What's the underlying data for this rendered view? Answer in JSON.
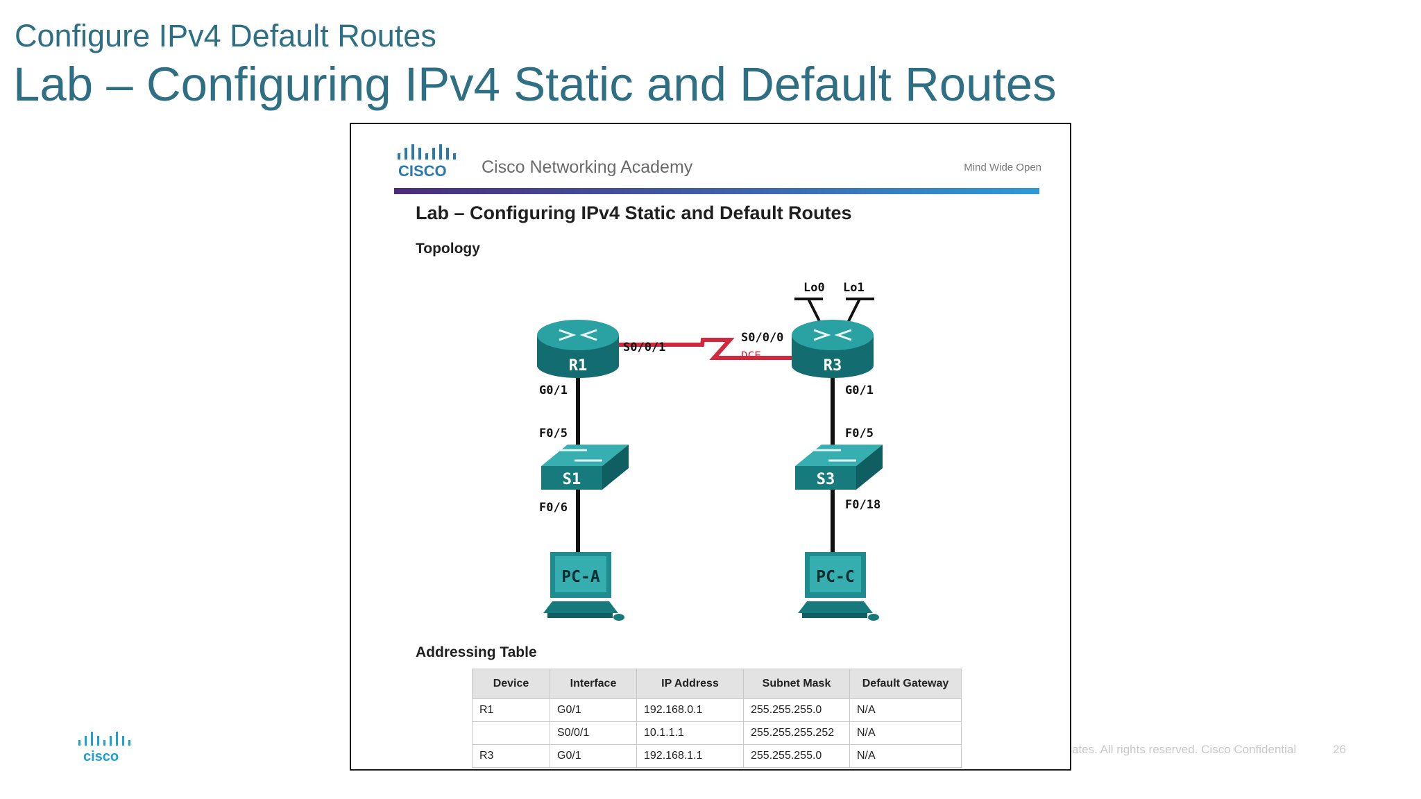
{
  "slide": {
    "subtitle": "Configure IPv4 Default Routes",
    "title": "Lab – Configuring IPv4 Static and Default Routes",
    "footer_text": "ates. All rights reserved.   Cisco Confidential",
    "page_number": "26",
    "footer_logo_text": "cisco"
  },
  "document": {
    "logo_text": "CISCO",
    "academy": "Cisco Networking Academy",
    "tagline": "Mind Wide Open",
    "title": "Lab – Configuring IPv4 Static and Default Routes",
    "section_topology": "Topology",
    "section_addressing": "Addressing Table"
  },
  "topology": {
    "routers": [
      {
        "name": "R1"
      },
      {
        "name": "R3"
      }
    ],
    "switches": [
      {
        "name": "S1"
      },
      {
        "name": "S3"
      }
    ],
    "pcs": [
      {
        "name": "PC-A"
      },
      {
        "name": "PC-C"
      }
    ],
    "loopbacks": [
      "Lo0",
      "Lo1"
    ],
    "interfaces": {
      "r1_serial": "S0/0/1",
      "r3_serial": "S0/0/0",
      "dce": "DCE",
      "r1_g": "G0/1",
      "r3_g": "G0/1",
      "s1_up": "F0/5",
      "s3_up": "F0/5",
      "s1_down": "F0/6",
      "s3_down": "F0/18"
    }
  },
  "addressing_table": {
    "headers": [
      "Device",
      "Interface",
      "IP Address",
      "Subnet Mask",
      "Default Gateway"
    ],
    "rows": [
      [
        "R1",
        "G0/1",
        "192.168.0.1",
        "255.255.255.0",
        "N/A"
      ],
      [
        "",
        "S0/0/1",
        "10.1.1.1",
        "255.255.255.252",
        "N/A"
      ],
      [
        "R3",
        "G0/1",
        "192.168.1.1",
        "255.255.255.0",
        "N/A"
      ]
    ]
  },
  "colors": {
    "heading": "#2f6f84",
    "device_teal": "#1d8a8c",
    "serial_link": "#d0283c",
    "cisco_blue": "#1ba0d7"
  }
}
